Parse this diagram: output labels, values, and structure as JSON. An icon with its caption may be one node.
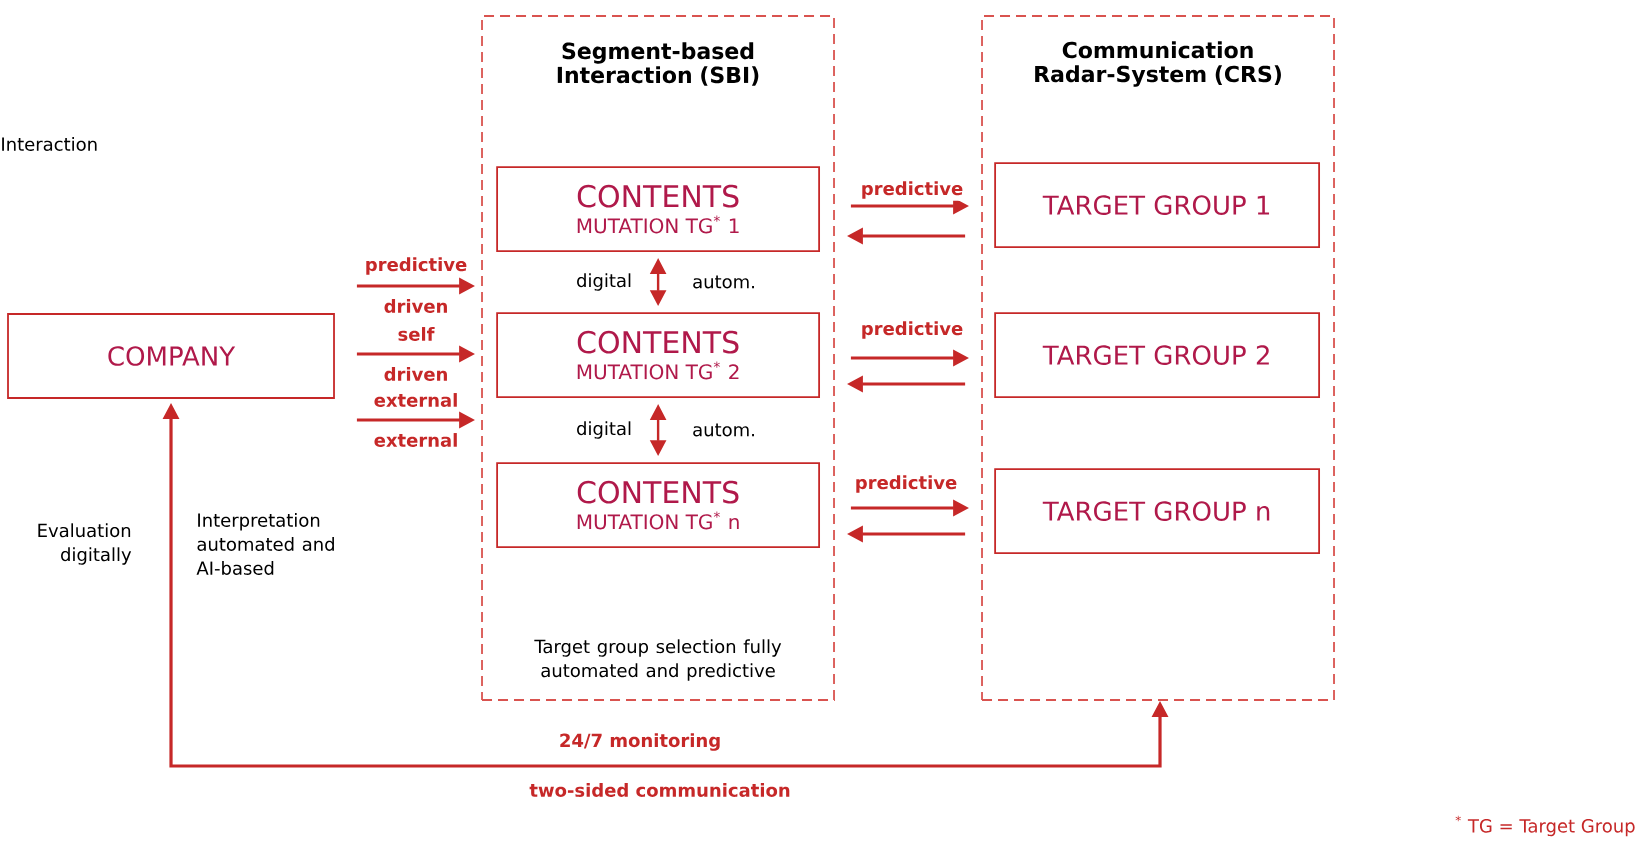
{
  "diagram": {
    "nodes": [
      {
        "text": [
          "Segment-based Interaction (SBI)",
          "Target group selection fully automated and predictive"
        ]
      },
      {
        "text": [
          "CONTENTS",
          "MUTATION TG$^{*}$ 1"
        ],
        "in": 0
      },
      {
        "text": [
          "CONTENTS",
          "MUTATION TG$^{*}$ 2"
        ],
        "in": 0
      },
      {
        "text": [
          "CONTENTS",
          "MUTATION TG$^{*}$ n"
        ],
        "in": 0
      },
      {
        "text": [
          "Communication Radar-System (CRS)"
        ]
      },
      {
        "text": [
          "TARGET GROUP 1"
        ],
        "in": 4
      },
      {
        "text": [
          "TARGET GROUP 2"
        ],
        "in": 4
      },
      {
        "text": [
          "TARGET GROUP n"
        ],
        "in": 4
      },
      {
        "text": [
          "COMPANY"
        ]
      }
    ],
    "edges": [
      {
        "from": 8,
        "to": 0,
        "arrow": "to",
        "label": "predictive"
      },
      {
        "from": 8,
        "to": 0,
        "arrow": "to",
        "label": "self"
      },
      {
        "from": 8,
        "to": 0,
        "arrow": "to",
        "label": "external"
      },
      {
        "from": 1,
        "to": 2,
        "arrow": "both",
        "label": "digital"
      },
      {
        "from": 2,
        "to": 3,
        "arrow": "both",
        "label": "digital"
      },
      {
        "from": 0,
        "to": 4,
        "arrow": "to",
        "label": "predictive"
      },
      {
        "from": 4,
        "to": 0,
        "arrow": "to"
      },
      {
        "from": 0,
        "to": 4,
        "arrow": "to",
        "label": "predictive"
      },
      {
        "from": 4,
        "to": 0,
        "arrow": "to"
      },
      {
        "from": 0,
        "to": 4,
        "arrow": "to",
        "label": "predictive"
      },
      {
        "from": 4,
        "to": 0,
        "arrow": "to"
      },
      {
        "from": 8,
        "to": 4,
        "arrow": "both",
        "label": "24/7 monitoring"
      }
    ],
    "labels": [
      "Interaction",
      "driven",
      "autom.",
      "driven",
      "external",
      "autom.",
      "Evaluation digitally",
      "Interpretation automated and AI-based",
      "two-sided communication",
      "$^{*}$ TG = Target Group"
    ]
  }
}
